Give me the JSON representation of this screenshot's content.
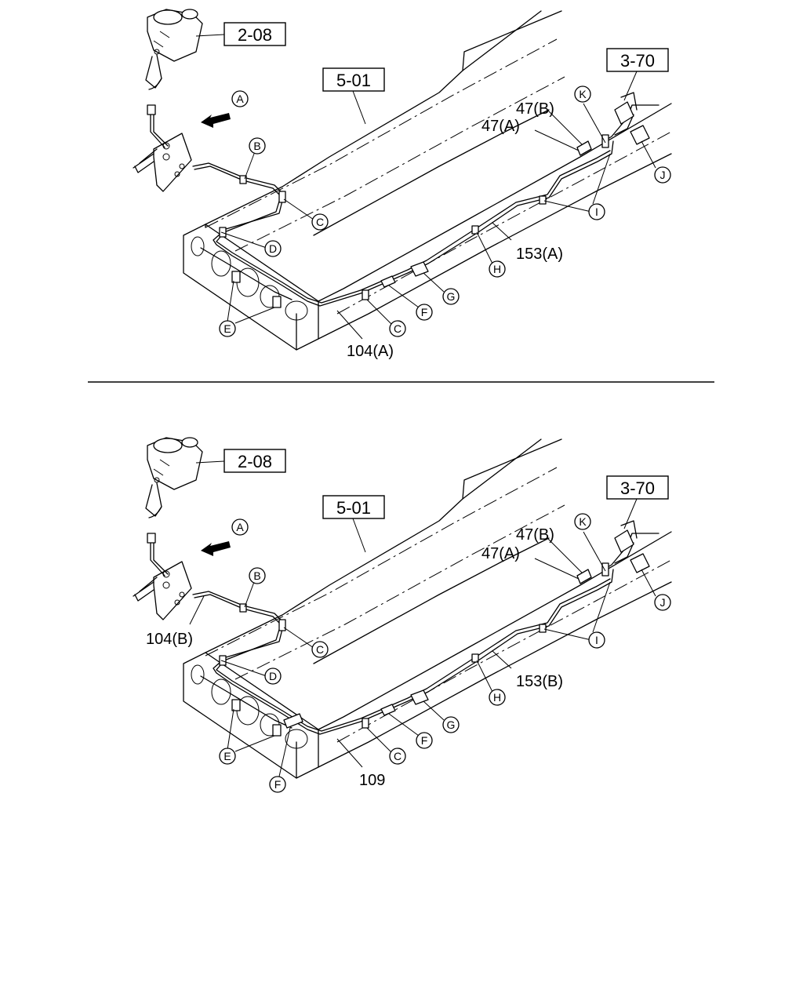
{
  "panels": [
    {
      "refs": {
        "reservoir": "2-08",
        "frame": "5-01",
        "rear": "3-70"
      },
      "parts": {
        "p47b": "47(B)",
        "p47a": "47(A)",
        "pipe153": "153(A)",
        "pipe104": "104(A)"
      },
      "callouts": {
        "a": "A",
        "b": "B",
        "c1": "C",
        "d": "D",
        "e": "E",
        "c2": "C",
        "f": "F",
        "g": "G",
        "h": "H",
        "i": "I",
        "j": "J",
        "k": "K"
      }
    },
    {
      "refs": {
        "reservoir": "2-08",
        "frame": "5-01",
        "rear": "3-70"
      },
      "parts": {
        "p47b": "47(B)",
        "p47a": "47(A)",
        "pipe153": "153(B)",
        "pipe104": "104(B)",
        "pipe109": "109"
      },
      "callouts": {
        "a": "A",
        "b": "B",
        "c1": "C",
        "d": "D",
        "e": "E",
        "f2": "F",
        "c2": "C",
        "f": "F",
        "g": "G",
        "h": "H",
        "i": "I",
        "j": "J",
        "k": "K"
      }
    }
  ]
}
